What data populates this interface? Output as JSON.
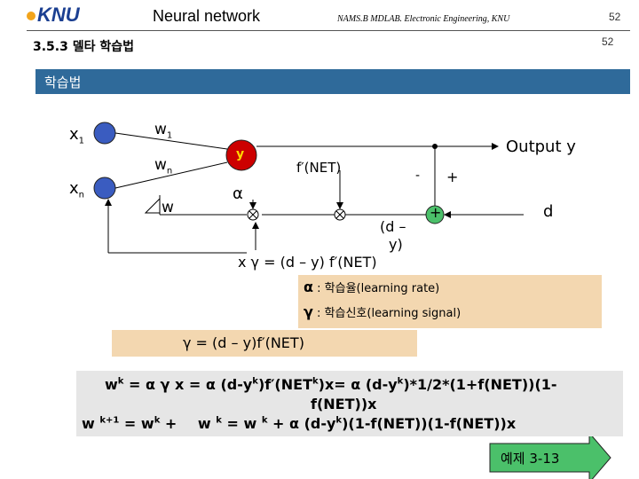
{
  "header": {
    "logo": "KNU",
    "title": "Neural network",
    "subtitle": "NAMS.B MDLAB. Electronic Engineering, KNU",
    "page_top": "52",
    "page_second": "52"
  },
  "section_title": "3.5.3 델타 학습법",
  "band_label": "학습법",
  "diagram": {
    "x1": "x",
    "x1_sub": "1",
    "xn": "x",
    "xn_sub": "n",
    "w1": "w",
    "w1_sub": "1",
    "wn": "w",
    "wn_sub": "n",
    "dw": "w",
    "neuron": "y",
    "fprime": "f′(NET)",
    "output": "Output  y",
    "minus": "-",
    "plus": "+",
    "plus2": "+",
    "d": "d",
    "alpha": "α",
    "diff1": "(d –",
    "diff2": "y)",
    "xgamma": "x γ  =  (d – y)  f′(NET)",
    "colors": {
      "neuron_fill": "#cc0000",
      "input_fill": "#3a5cc0",
      "band": "#2f6a9a"
    }
  },
  "definitions": {
    "alpha_sym": "α",
    "alpha_text": " : 학습율(learning rate)",
    "gamma_sym": "γ",
    "gamma_text": " :  학습신호(learning signal)"
  },
  "gamma_formula": "γ  =  (d – y)f′(NET)",
  "update1": {
    "a": "w",
    "b": "k",
    "c": " = α γ x  = α (d-y",
    "d": "k",
    "e": ")f′(NET",
    "f": "k",
    "g": ")x= α (d-y",
    "h": "k",
    "i": ")*1/2*(1+f(NET))(1-",
    "j": "f(NET))x"
  },
  "update2": {
    "a": "w ",
    "b": "k+1",
    "c": " = w",
    "d": "k",
    "e": " + ",
    "f": "w ",
    "g": "k",
    "h": " = w ",
    "i": "k",
    "j": " + α (d-y",
    "k": "k",
    "l": ")(1-f(NET))(1-f(NET))x"
  },
  "example_button": "예제 3-13"
}
